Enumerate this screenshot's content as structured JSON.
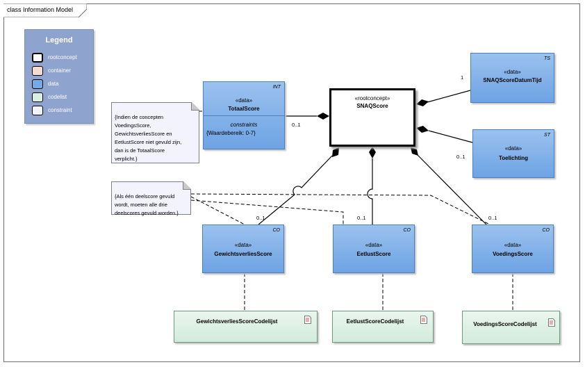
{
  "diagram": {
    "title": "class Information Model"
  },
  "legend": {
    "title": "Legend",
    "items": [
      {
        "label": "rootconcept",
        "color": "#ffffff"
      },
      {
        "label": "container",
        "color": "#f6dcd0"
      },
      {
        "label": "data",
        "color": "#73aae6"
      },
      {
        "label": "codelist",
        "color": "#d9f0e0"
      },
      {
        "label": "constraint",
        "color": "#f0f2fc"
      }
    ]
  },
  "classes": {
    "snaqscore": {
      "stereotype": "«rootconcept»",
      "name": "SNAQScore"
    },
    "totaalscore": {
      "tag": "INT",
      "stereotype": "«data»",
      "name": "TotaalScore",
      "constraints_label": "constraints",
      "constraint": "{Waardebereik: 0-7}"
    },
    "datumtijd": {
      "tag": "TS",
      "stereotype": "«data»",
      "name": "SNAQScoreDatumTijd"
    },
    "toelichting": {
      "tag": "ST",
      "stereotype": "«data»",
      "name": "Toelichting"
    },
    "gewichtsverlies": {
      "tag": "CO",
      "stereotype": "«data»",
      "name": "GewichtsverliesScore"
    },
    "eetlust": {
      "tag": "CO",
      "stereotype": "«data»",
      "name": "EetlustScore"
    },
    "voedings": {
      "tag": "CO",
      "stereotype": "«data»",
      "name": "VoedingsScore"
    }
  },
  "codelists": {
    "gewichtsverlies": "GewichtsverliesScoreCodelijst",
    "eetlust": "EetlustScoreCodelijst",
    "voedings": "VoedingsScoreCodelijst"
  },
  "notes": {
    "totaal": "{Indien de concepten\nVoedingsScore,\nGewichtsverliesScore en\nEetlustScore niet gevuld zijn,\ndan is de TotaalScore\nverplicht.}",
    "deelscore": "{Als één deelscore gevuld\nwordt, moeten alle drie\ndeelscores gevuld worden.}"
  },
  "multiplicities": {
    "totaal": "0..1",
    "datumtijd": "1",
    "toelichting": "0..1",
    "gewichtsverlies": "0..1",
    "eetlust": "0..1",
    "voedings": "0..1"
  }
}
